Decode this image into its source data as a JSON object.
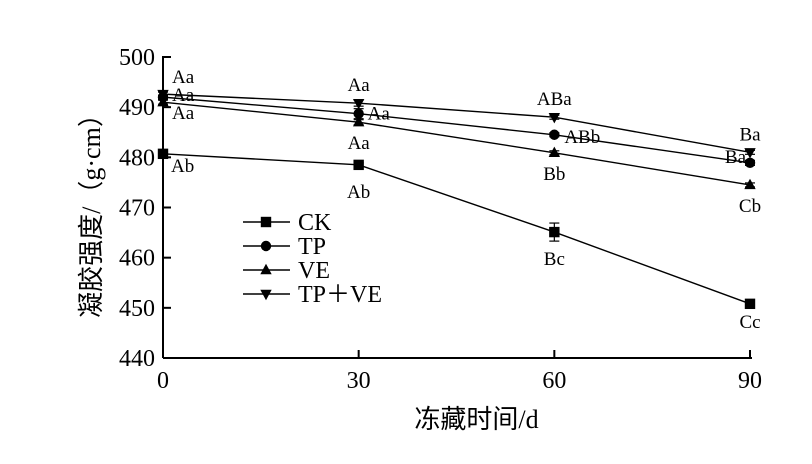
{
  "chart_data": {
    "type": "line",
    "xlabel": "冻藏时间/d",
    "ylabel": "凝胶强度/（g·cm）",
    "x": [
      0,
      30,
      60,
      90
    ],
    "xticks": [
      "0",
      "30",
      "60",
      "90"
    ],
    "yticks": [
      "440",
      "450",
      "460",
      "470",
      "480",
      "490",
      "500"
    ],
    "xlim": [
      0,
      90
    ],
    "ylim": [
      440,
      500
    ],
    "grid": false,
    "legend_position": "bottom-left",
    "series": [
      {
        "name": "CK",
        "marker": "square",
        "values": [
          480.7,
          478.5,
          465.1,
          450.8
        ],
        "errors": [
          0.4,
          0.4,
          1.8,
          0.5
        ],
        "labels": [
          "Ab",
          "Ab",
          "Bc",
          "Cc"
        ]
      },
      {
        "name": "TP",
        "marker": "circle",
        "values": [
          492.0,
          488.7,
          484.5,
          478.9
        ],
        "errors": [
          0.4,
          1.0,
          0.4,
          0.5
        ],
        "labels": [
          "Aa",
          "Aa",
          "ABb",
          "Ba"
        ]
      },
      {
        "name": "VE",
        "marker": "triangle-up",
        "values": [
          491.0,
          487.0,
          480.9,
          474.5
        ],
        "errors": [
          0.4,
          0.5,
          0.4,
          0.4
        ],
        "labels": [
          "Aa",
          "Aa",
          "Bb",
          "Cb"
        ]
      },
      {
        "name": "TP＋VE",
        "marker": "triangle-down",
        "values": [
          492.6,
          490.8,
          488.0,
          481.0
        ],
        "errors": [
          0.4,
          0.6,
          0.4,
          0.4
        ],
        "labels": [
          "Aa",
          "Aa",
          "ABa",
          "Ba"
        ]
      }
    ]
  }
}
